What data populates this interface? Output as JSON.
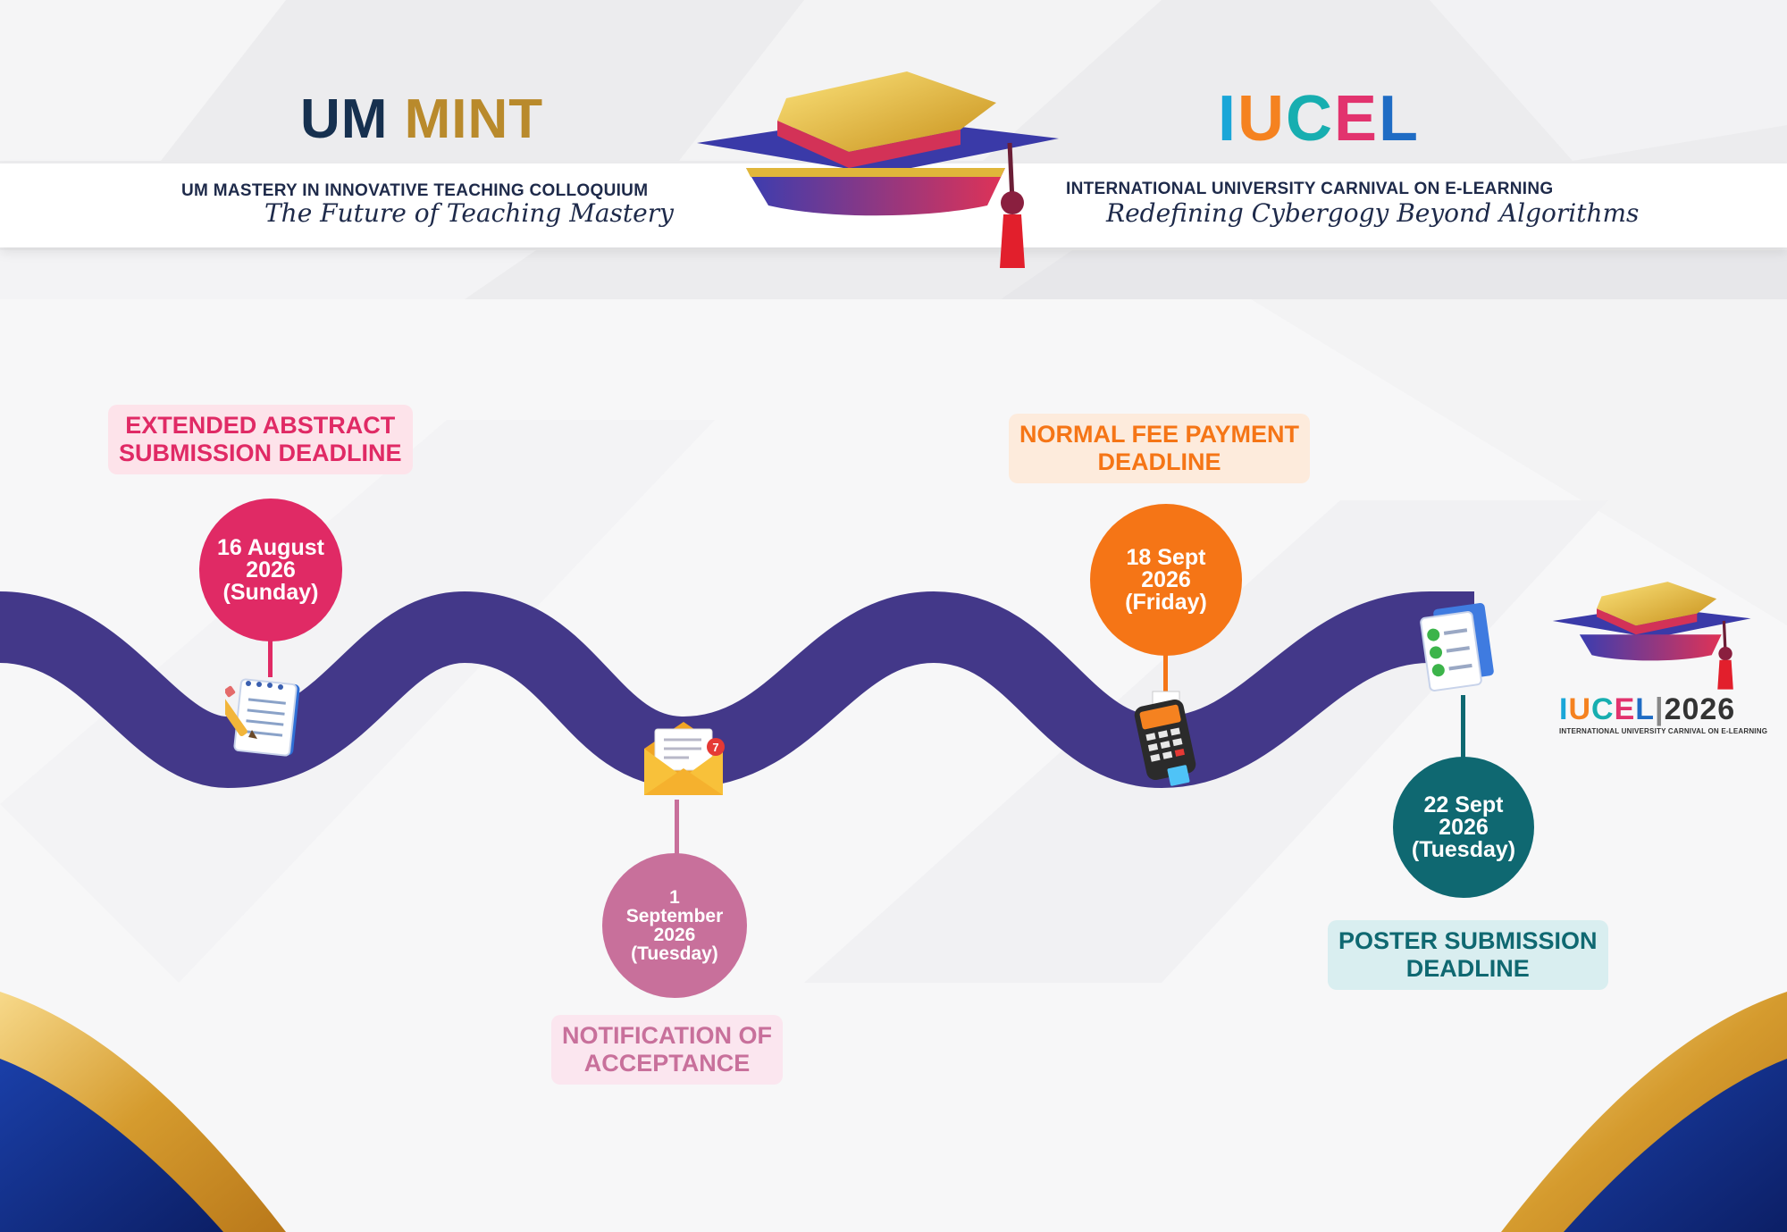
{
  "header": {
    "left_logo": {
      "um": "UM",
      "mint": "MINT"
    },
    "left_subtitle": "UM MASTERY IN INNOVATIVE TEACHING COLLOQUIUM",
    "left_tagline": "The Future of Teaching Mastery",
    "right_logo": {
      "I": "I",
      "U": "U",
      "C": "C",
      "E": "E",
      "L": "L"
    },
    "right_subtitle": "INTERNATIONAL UNIVERSITY CARNIVAL ON E-LEARNING",
    "right_tagline": "Redefining Cybergogy Beyond Algorithms"
  },
  "milestones": [
    {
      "label_lines": [
        "EXTENDED ABSTRACT",
        "SUBMISSION DEADLINE"
      ],
      "date_lines": [
        "16 August",
        "2026",
        "(Sunday)"
      ],
      "color": "#e02a65",
      "label_bg": "#fde3ea",
      "icon": "notepad-icon"
    },
    {
      "label_lines": [
        "NOTIFICATION OF",
        "ACCEPTANCE"
      ],
      "date_lines": [
        "1",
        "September",
        "2026",
        "(Tuesday)"
      ],
      "color": "#c8709b",
      "label_bg": "#fbe6ef",
      "icon": "envelope-icon"
    },
    {
      "label_lines": [
        "NORMAL FEE PAYMENT",
        "DEADLINE"
      ],
      "date_lines": [
        "18 Sept",
        "2026",
        "(Friday)"
      ],
      "color": "#f57516",
      "label_bg": "#fdebdc",
      "icon": "card-terminal-icon"
    },
    {
      "label_lines": [
        "POSTER SUBMISSION",
        "DEADLINE"
      ],
      "date_lines": [
        "22 Sept",
        "2026",
        "(Tuesday)"
      ],
      "color": "#0f6871",
      "label_bg": "#d9eef0",
      "icon": "checklist-icon"
    }
  ],
  "footer_logo": {
    "name": "IUCEL",
    "year": "2026",
    "subtitle": "INTERNATIONAL UNIVERSITY CARNIVAL ON E-LEARNING"
  },
  "colors": {
    "road": "#433889",
    "navy": "#16304f",
    "gold": "#d8a53a",
    "iucel_I": "#1aa6d8",
    "iucel_U": "#f58220",
    "iucel_C": "#17aeb0",
    "iucel_E": "#e2336e",
    "iucel_L": "#1f6cc4"
  }
}
